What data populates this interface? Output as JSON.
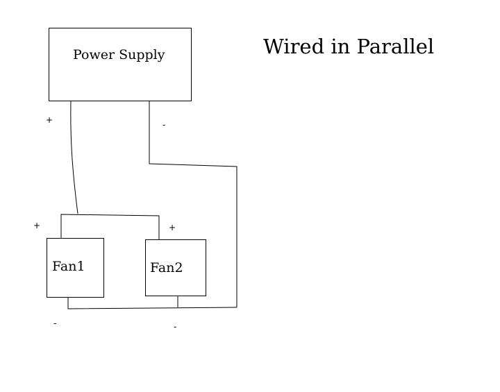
{
  "title": "Wired in Parallel",
  "components": {
    "power_supply": "Power Supply",
    "fan1": "Fan1",
    "fan2": "Fan2"
  },
  "terminals": {
    "supply_positive": "+",
    "supply_negative": "-",
    "fan1_positive": "+",
    "fan1_negative": "-",
    "fan2_positive": "+",
    "fan2_negative": "-"
  },
  "colors": {
    "background": "#ffffff",
    "line": "#000000"
  }
}
